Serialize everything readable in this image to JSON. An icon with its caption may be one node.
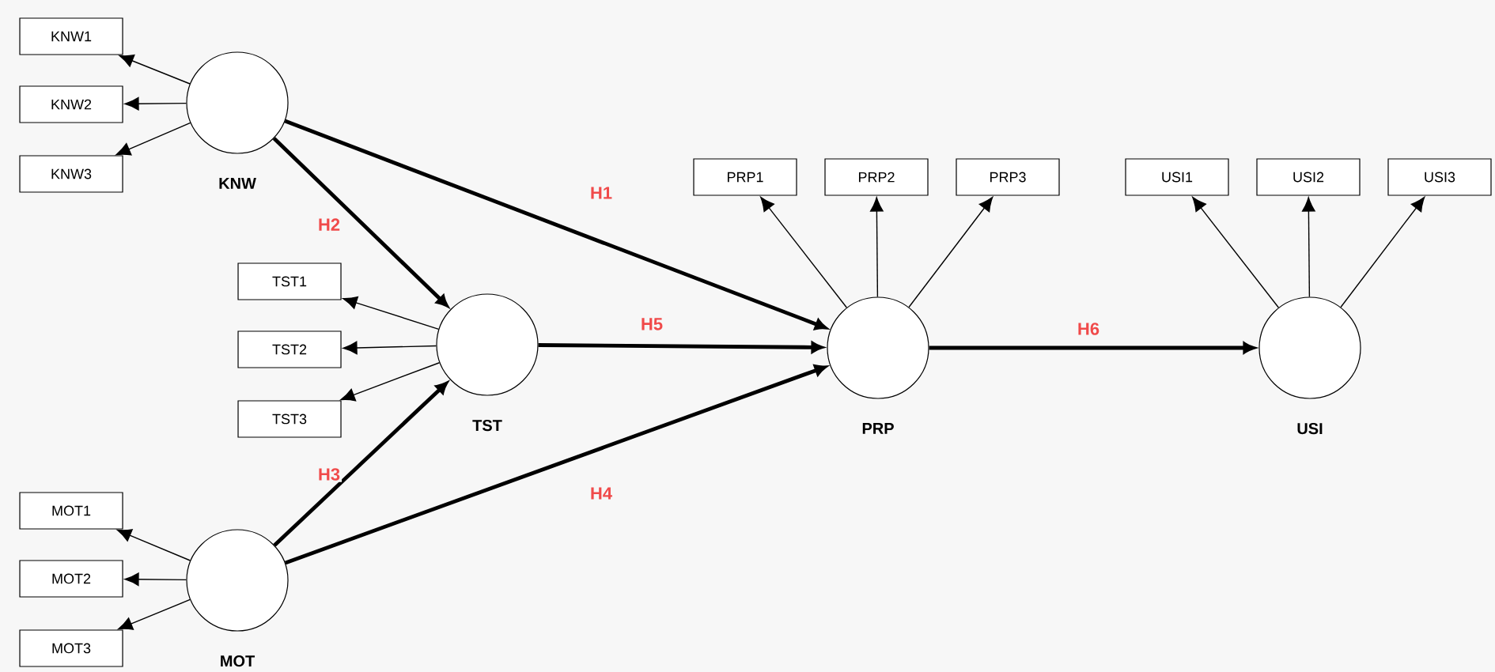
{
  "diagram": {
    "nodes": [
      {
        "text": [
          "KNW1"
        ]
      },
      {
        "text": [
          "KNW2"
        ]
      },
      {
        "text": [
          "KNW3"
        ]
      },
      {
        "text": [
          "KNW"
        ]
      },
      {
        "text": [
          "TST1"
        ]
      },
      {
        "text": [
          "TST2"
        ]
      },
      {
        "text": [
          "TST3"
        ]
      },
      {
        "text": [
          "TST"
        ]
      },
      {
        "text": [
          "MOT1"
        ]
      },
      {
        "text": [
          "MOT2"
        ]
      },
      {
        "text": [
          "MOT3"
        ]
      },
      {
        "text": [
          "MOT"
        ]
      },
      {
        "text": [
          "PRP1"
        ]
      },
      {
        "text": [
          "PRP2"
        ]
      },
      {
        "text": [
          "PRP3"
        ]
      },
      {
        "text": [
          "PRP"
        ]
      },
      {
        "text": [
          "USI1"
        ]
      },
      {
        "text": [
          "USI2"
        ]
      },
      {
        "text": [
          "USI3"
        ]
      },
      {
        "text": [
          "USI"
        ]
      }
    ],
    "edges": [
      {
        "from": 3,
        "to": 0,
        "arrow": "to"
      },
      {
        "from": 3,
        "to": 1,
        "arrow": "to"
      },
      {
        "from": 3,
        "to": 2,
        "arrow": "to"
      },
      {
        "from": 7,
        "to": 4,
        "arrow": "to"
      },
      {
        "from": 7,
        "to": 5,
        "arrow": "to"
      },
      {
        "from": 7,
        "to": 6,
        "arrow": "to"
      },
      {
        "from": 11,
        "to": 8,
        "arrow": "to"
      },
      {
        "from": 11,
        "to": 9,
        "arrow": "to"
      },
      {
        "from": 11,
        "to": 10,
        "arrow": "to"
      },
      {
        "from": 15,
        "to": 12,
        "arrow": "to"
      },
      {
        "from": 15,
        "to": 13,
        "arrow": "to"
      },
      {
        "from": 15,
        "to": 14,
        "arrow": "to"
      },
      {
        "from": 19,
        "to": 16,
        "arrow": "to"
      },
      {
        "from": 19,
        "to": 17,
        "arrow": "to"
      },
      {
        "from": 19,
        "to": 18,
        "arrow": "to"
      },
      {
        "from": 3,
        "to": 15,
        "arrow": "to",
        "label": "H1",
        "style": "thick"
      },
      {
        "from": 3,
        "to": 7,
        "arrow": "to",
        "label": "H2",
        "style": "thick"
      },
      {
        "from": 11,
        "to": 7,
        "arrow": "to",
        "label": "H3",
        "style": "thick"
      },
      {
        "from": 11,
        "to": 15,
        "arrow": "to",
        "label": "H4",
        "style": "thick"
      },
      {
        "from": 7,
        "to": 15,
        "arrow": "to",
        "label": "H5",
        "style": "thick"
      },
      {
        "from": 15,
        "to": 19,
        "arrow": "to",
        "label": "H6",
        "style": "thick"
      }
    ]
  }
}
